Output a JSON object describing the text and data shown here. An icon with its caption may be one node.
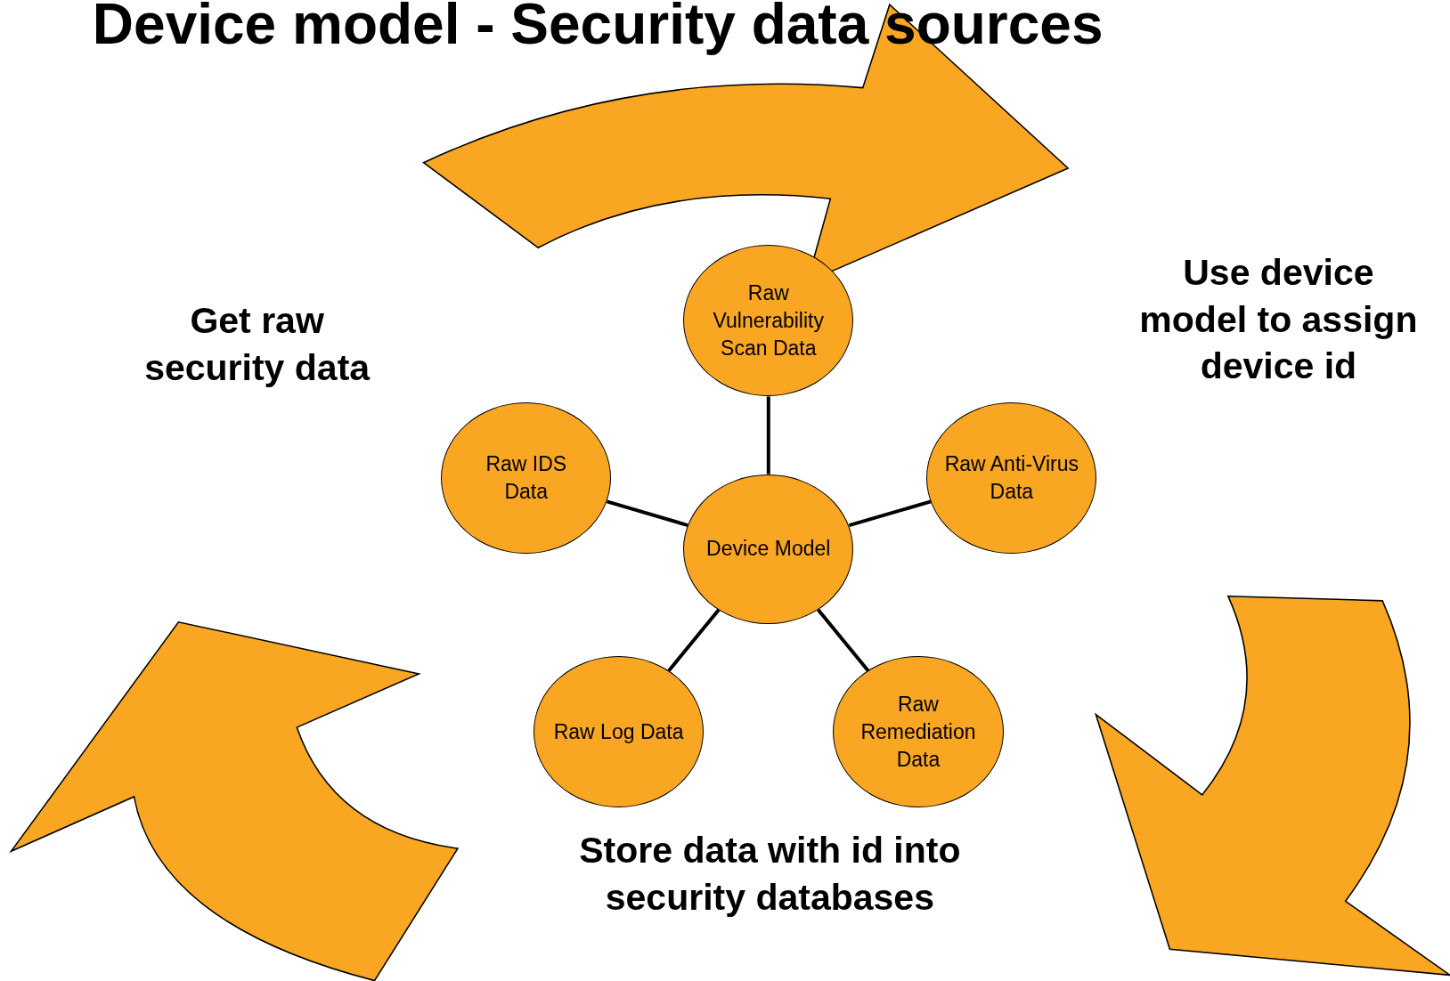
{
  "diagram": {
    "title": "Device model -  Security data sources",
    "nodes": [
      {
        "text": [
          "Get raw security data"
        ]
      },
      {
        "text": [
          "Raw Vulnerability Scan Data"
        ]
      },
      {
        "text": [
          "Use device model to assign device id"
        ]
      },
      {
        "text": [
          "Raw IDS Data"
        ]
      },
      {
        "text": [
          "Raw Anti-Virus Data"
        ]
      },
      {
        "text": [
          "Device Model"
        ]
      },
      {
        "text": [
          "Raw Log Data"
        ]
      },
      {
        "text": [
          "Raw Remediation Data"
        ]
      },
      {
        "text": [
          "Store data with id into security databases"
        ]
      }
    ],
    "edges": [
      {
        "from": 5,
        "to": 1,
        "arrow": "none"
      },
      {
        "from": 5,
        "to": 3,
        "arrow": "none"
      },
      {
        "from": 5,
        "to": 4,
        "arrow": "none"
      },
      {
        "from": 5,
        "to": 6,
        "arrow": "none"
      },
      {
        "from": 5,
        "to": 7,
        "arrow": "none"
      },
      {
        "from": 0,
        "to": 2,
        "arrow": "to",
        "style": "thick"
      },
      {
        "from": 2,
        "to": 8,
        "arrow": "to",
        "style": "thick"
      },
      {
        "from": 8,
        "to": 0,
        "arrow": "to",
        "style": "thick"
      }
    ]
  }
}
